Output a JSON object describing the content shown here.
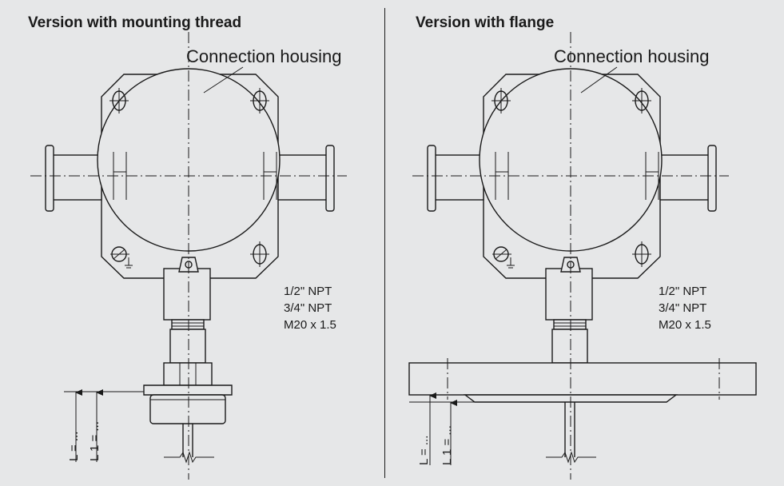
{
  "left": {
    "title": "Version with mounting thread",
    "callout": "Connection housing",
    "thread_options": [
      "1/2\" NPT",
      "3/4\" NPT",
      "M20 x 1.5"
    ],
    "dim_L": "L = ...",
    "dim_L1": "L 1 = ..."
  },
  "right": {
    "title": "Version with flange",
    "callout": "Connection housing",
    "thread_options": [
      "1/2\" NPT",
      "3/4\" NPT",
      "M20 x 1.5"
    ],
    "dim_L": "L = ...",
    "dim_L1": "L 1 = ..."
  },
  "colors": {
    "background": "#e6e7e8",
    "line": "#1a1a1a"
  }
}
